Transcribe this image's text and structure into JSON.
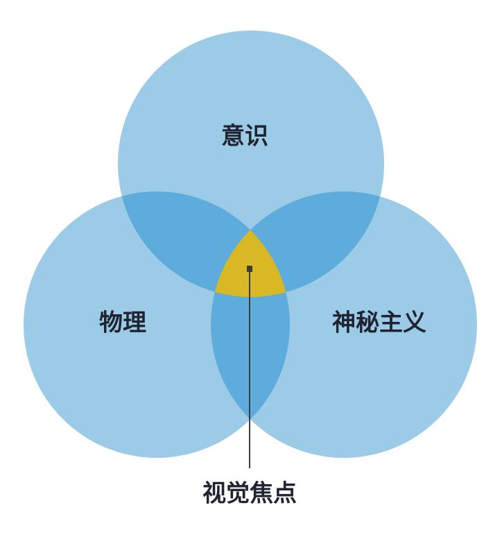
{
  "diagram": {
    "type": "venn",
    "sets": [
      {
        "label": "意识"
      },
      {
        "label": "物理"
      },
      {
        "label": "神秘主义"
      }
    ],
    "focus_label": "视觉焦点",
    "colors": {
      "circle_fill": "#9ccbe8",
      "overlap_fill": "#5eacdc",
      "center_fill": "#d8b825",
      "pointer": "#3b3b3b"
    }
  }
}
